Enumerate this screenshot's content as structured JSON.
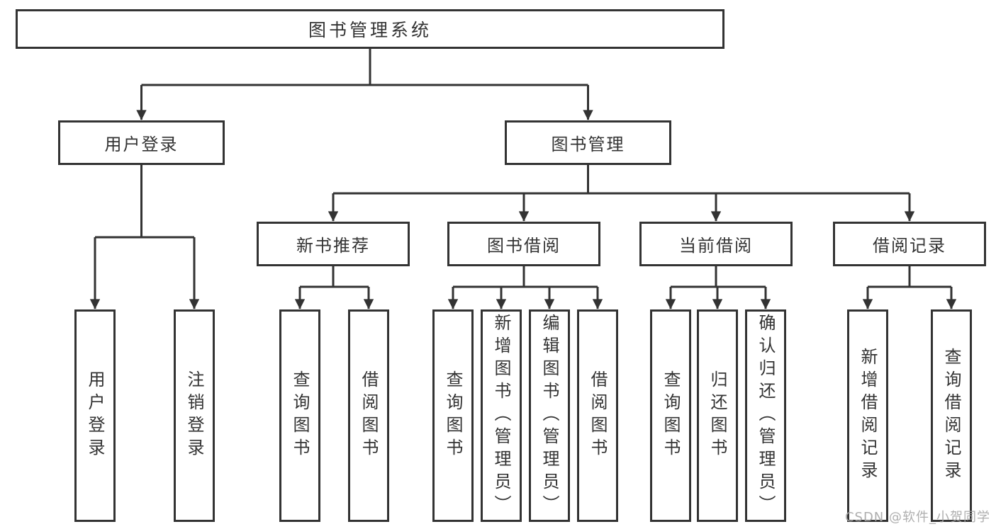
{
  "nodes": {
    "root": {
      "label": "图书管理系统"
    },
    "user_login": {
      "label": "用户登录"
    },
    "book_mgmt": {
      "label": "图书管理"
    },
    "new_book_rec": {
      "label": "新书推荐"
    },
    "book_borrow": {
      "label": "图书借阅"
    },
    "current_borrow": {
      "label": "当前借阅"
    },
    "borrow_records": {
      "label": "借阅记录"
    },
    "leaf_user_login": {
      "label": "用户登录"
    },
    "leaf_logout": {
      "label": "注销登录"
    },
    "leaf_nb_query": {
      "label": "查询图书"
    },
    "leaf_nb_borrow": {
      "label": "借阅图书"
    },
    "leaf_bb_query": {
      "label": "查询图书"
    },
    "leaf_bb_add": {
      "label": "新增图书（管理员）"
    },
    "leaf_bb_edit": {
      "label": "编辑图书（管理员）"
    },
    "leaf_bb_borrow": {
      "label": "借阅图书"
    },
    "leaf_cb_query": {
      "label": "查询图书"
    },
    "leaf_cb_return": {
      "label": "归还图书"
    },
    "leaf_cb_confirm": {
      "label": "确认归还（管理员）"
    },
    "leaf_br_add": {
      "label": "新增借阅记录"
    },
    "leaf_br_query": {
      "label": "查询借阅记录"
    }
  },
  "hierarchy": {
    "图书管理系统": {
      "用户登录": [
        "用户登录",
        "注销登录"
      ],
      "图书管理": {
        "新书推荐": [
          "查询图书",
          "借阅图书"
        ],
        "图书借阅": [
          "查询图书",
          "新增图书（管理员）",
          "编辑图书（管理员）",
          "借阅图书"
        ],
        "当前借阅": [
          "查询图书",
          "归还图书",
          "确认归还（管理员）"
        ],
        "借阅记录": [
          "新增借阅记录",
          "查询借阅记录"
        ]
      }
    }
  },
  "watermark": "CSDN @软件_小贺同学",
  "colors": {
    "line": "#333333",
    "border": "#333333",
    "text": "#333333",
    "watermark": "#a6a6a6",
    "background": "#ffffff"
  }
}
